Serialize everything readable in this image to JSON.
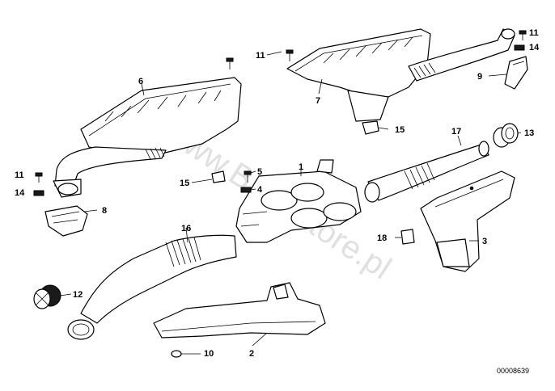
{
  "diagram": {
    "reference_number": "00008639",
    "watermark": "www.BMWstore.pl",
    "callouts": [
      {
        "id": "c1",
        "label": "1"
      },
      {
        "id": "c2",
        "label": "2"
      },
      {
        "id": "c3",
        "label": "3"
      },
      {
        "id": "c4",
        "label": "4"
      },
      {
        "id": "c5",
        "label": "5"
      },
      {
        "id": "c6",
        "label": "6"
      },
      {
        "id": "c7",
        "label": "7"
      },
      {
        "id": "c8",
        "label": "8"
      },
      {
        "id": "c9",
        "label": "9"
      },
      {
        "id": "c10",
        "label": "10"
      },
      {
        "id": "c11a",
        "label": "11"
      },
      {
        "id": "c11b",
        "label": "11"
      },
      {
        "id": "c11c",
        "label": "11"
      },
      {
        "id": "c12",
        "label": "12"
      },
      {
        "id": "c13",
        "label": "13"
      },
      {
        "id": "c14a",
        "label": "14"
      },
      {
        "id": "c14b",
        "label": "14"
      },
      {
        "id": "c15a",
        "label": "15"
      },
      {
        "id": "c15b",
        "label": "15"
      },
      {
        "id": "c16",
        "label": "16"
      },
      {
        "id": "c17",
        "label": "17"
      },
      {
        "id": "c18",
        "label": "18"
      }
    ]
  }
}
